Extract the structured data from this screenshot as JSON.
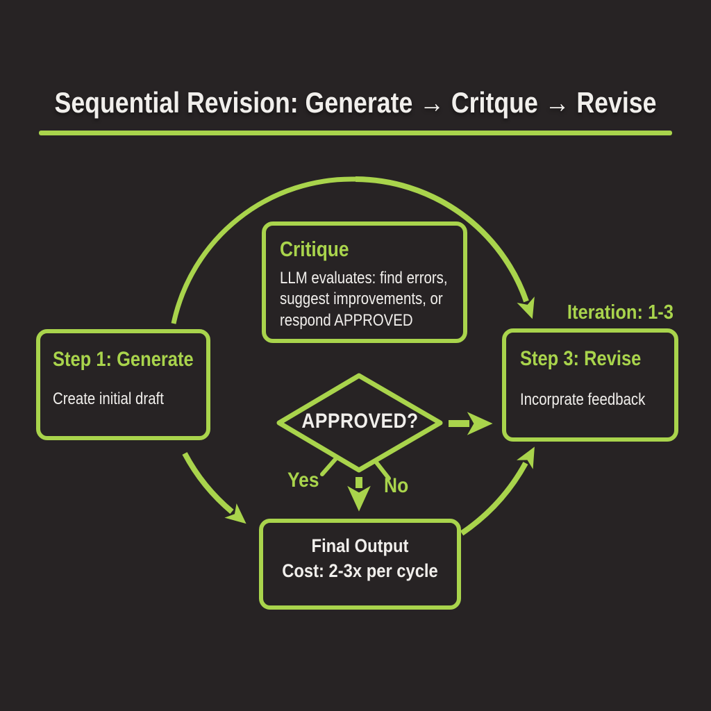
{
  "title": {
    "text": "Sequential Revision: Generate → Critque → Revise"
  },
  "colors": {
    "accent": "#a9d44c",
    "background": "#272324",
    "text": "#f1efec"
  },
  "nodes": {
    "generate": {
      "title": "Step 1: Generate",
      "body": "Create initial draft"
    },
    "critique": {
      "title": "Critique",
      "body_lines": [
        "LLM evaluates: find errors,",
        "suggest improvements, or",
        "respond APPROVED"
      ]
    },
    "revise": {
      "title": "Step 3: Revise",
      "body": "Incorprate feedback",
      "annotation": "Iteration: 1-3"
    },
    "decision": {
      "label": "APPROVED?",
      "yes": "Yes",
      "no": "No"
    },
    "output": {
      "lines": [
        "Final Output",
        "Cost: 2-3x per cycle"
      ]
    }
  }
}
